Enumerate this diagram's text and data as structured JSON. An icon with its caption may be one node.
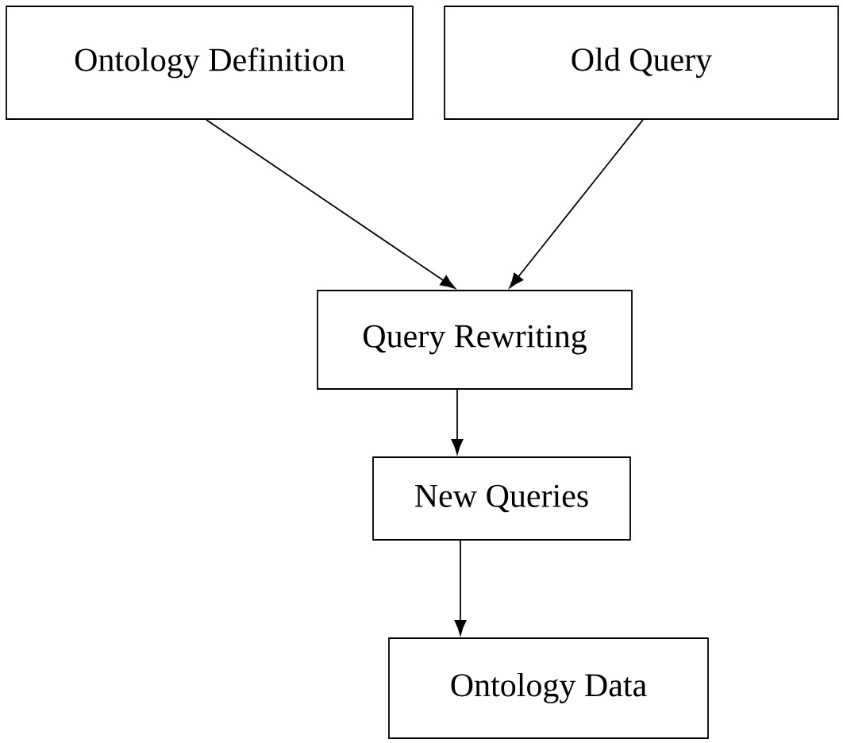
{
  "diagram": {
    "nodes": [
      {
        "text": [
          "Ontology Definition"
        ]
      },
      {
        "text": [
          "Old Query"
        ]
      },
      {
        "text": [
          "Query Rewriting"
        ]
      },
      {
        "text": [
          "New Queries"
        ]
      },
      {
        "text": [
          "Ontology Data"
        ]
      }
    ],
    "edges": [
      {
        "from": 0,
        "to": 2,
        "arrow": "to"
      },
      {
        "from": 1,
        "to": 2,
        "arrow": "to"
      },
      {
        "from": 2,
        "to": 3,
        "arrow": "to"
      },
      {
        "from": 3,
        "to": 4,
        "arrow": "to"
      }
    ]
  }
}
